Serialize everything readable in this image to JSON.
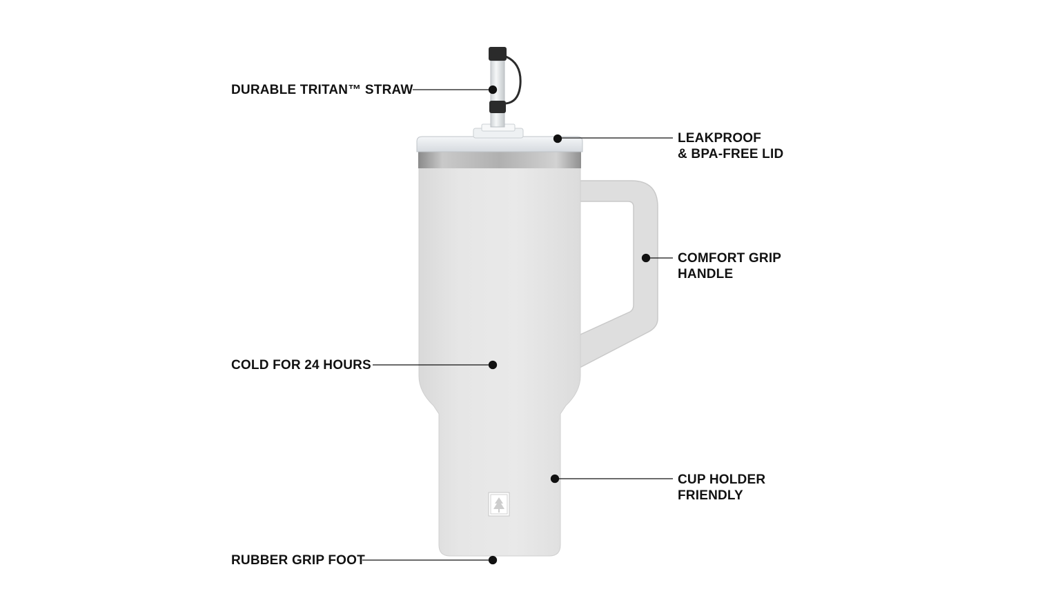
{
  "product": {
    "name": "insulated tumbler with handle and straw",
    "body_color": "#e4e4e4",
    "handle_color": "#dcdcdc",
    "lid_color": "#e9ecef",
    "rim_color": "#a4a4a4",
    "straw_cap_color": "#2b2b2b",
    "logo_icon": "tree-logo-icon"
  },
  "callouts": {
    "straw": {
      "line1": "DURABLE TRITAN™ STRAW"
    },
    "lid": {
      "line1": "LEAKPROOF",
      "line2": "& BPA-FREE LID"
    },
    "handle": {
      "line1": "COMFORT GRIP",
      "line2": "HANDLE"
    },
    "cold": {
      "line1": "COLD FOR 24 HOURS"
    },
    "cupholder": {
      "line1": "CUP HOLDER",
      "line2": "FRIENDLY"
    },
    "foot": {
      "line1": "RUBBER GRIP FOOT"
    }
  },
  "line_color": "#111111"
}
